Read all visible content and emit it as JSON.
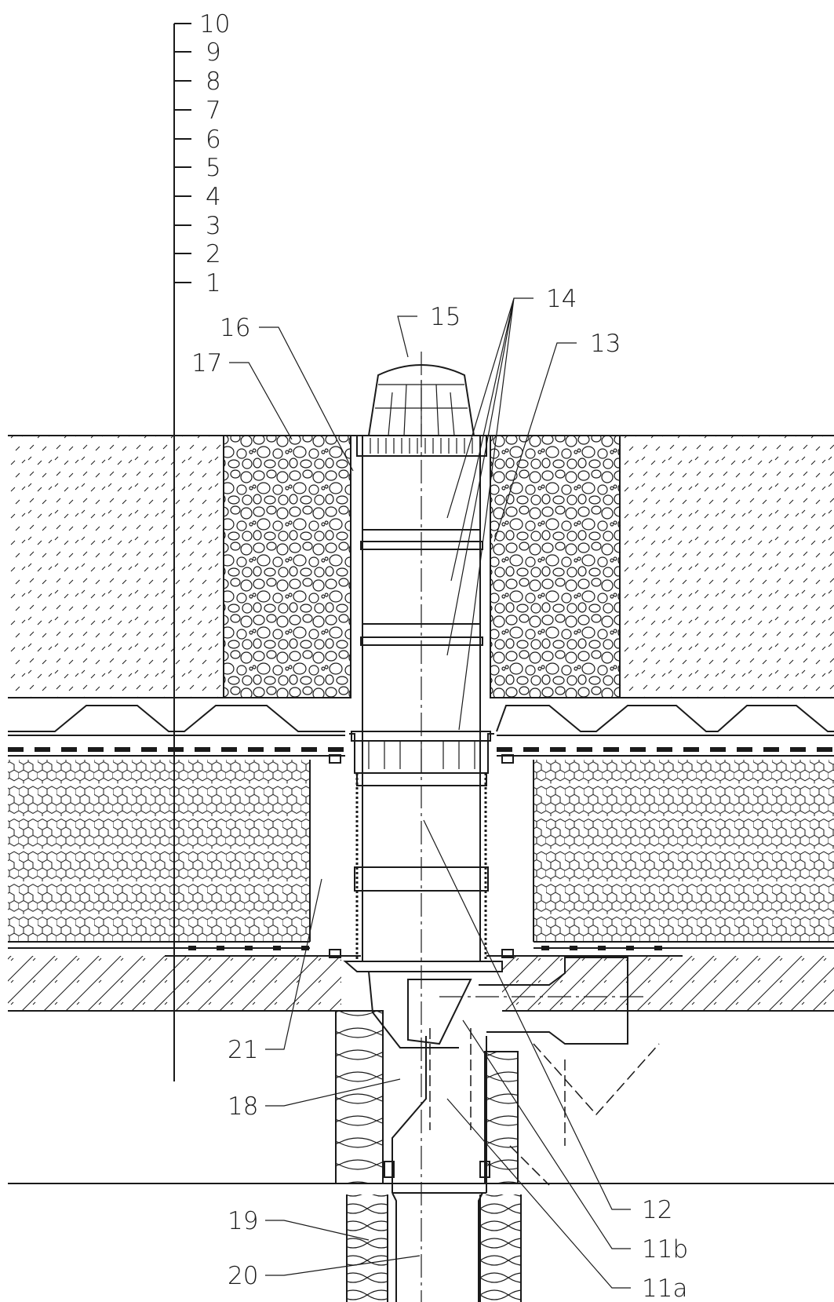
{
  "drawing": {
    "scale_labels": [
      "10",
      "9",
      "8",
      "7",
      "6",
      "5",
      "4",
      "3",
      "2",
      "1"
    ],
    "callouts": {
      "c14": "14",
      "c15": "15",
      "c16": "16",
      "c13": "13",
      "c17": "17",
      "c21": "21",
      "c18": "18",
      "c19": "19",
      "c20": "20",
      "c12": "12",
      "c11b": "11b",
      "c11a": "11a"
    }
  },
  "colors": {
    "line": "#1a1a1a",
    "background": "#ffffff"
  }
}
